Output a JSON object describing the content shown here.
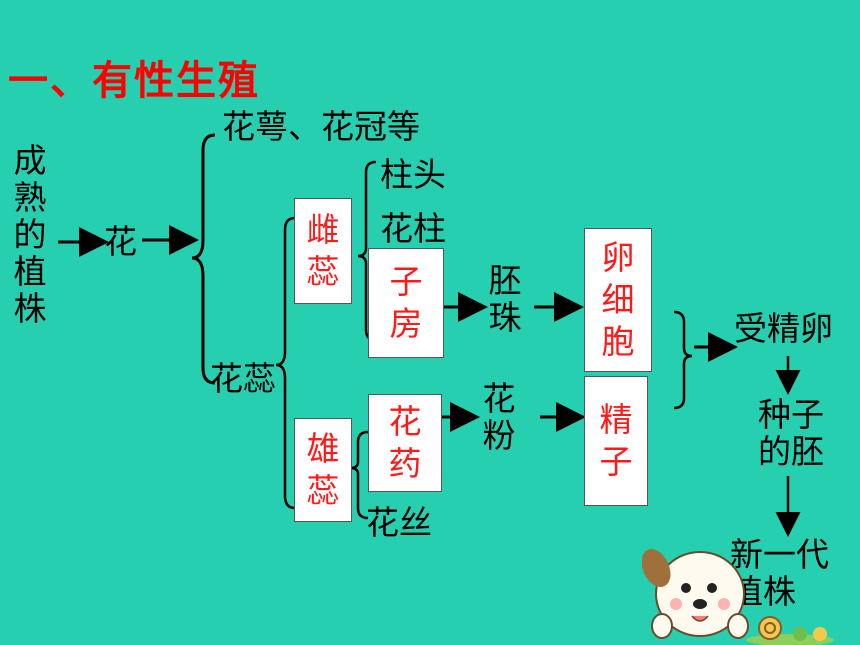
{
  "title": "一、有性生殖",
  "nodes": {
    "mature_plant": "成熟的植株",
    "flower": "花",
    "sepal_petal": "花萼、花冠等",
    "stigma": "柱头",
    "style": "花柱",
    "pistil": "雌蕊",
    "ovary": "子房",
    "ovule": "胚珠",
    "egg_cell": "卵细胞",
    "pistils_group": "花蕊",
    "stamen": "雄蕊",
    "anther": "花药",
    "filament": "花丝",
    "pollen": "花粉",
    "sperm": "精子",
    "zygote": "受精卵",
    "embryo": "种子的胚",
    "new_plant": "新一代植株"
  },
  "colors": {
    "background": "#26cfb0",
    "title": "#ff0000",
    "box_text": "#ff1a1a",
    "box_fill": "#ffffff"
  },
  "icons": [
    "cartoon-dog-icon",
    "snail-icon"
  ]
}
